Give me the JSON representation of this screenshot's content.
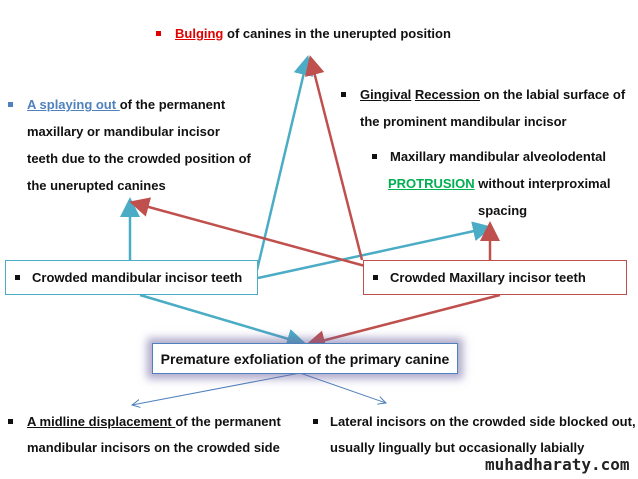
{
  "top": {
    "highlight": "Bulging",
    "rest": " of canines in the unerupted position"
  },
  "left": {
    "highlight": "A splaying out ",
    "lines": [
      "of the permanent",
      "maxillary or mandibular incisor",
      "teeth due to the crowded position of",
      "the unerupted canines"
    ]
  },
  "right": {
    "h1": "Gingival",
    "h2": "Recession",
    "rest": " on the labial surface of",
    "line2": "the prominent mandibular incisor",
    "sub1": "Maxillary mandibular alveolodental",
    "sub_highlight": "PROTRUSION",
    "sub2": " without interproximal",
    "sub3": "spacing"
  },
  "boxes": {
    "mandibular": "Crowded mandibular incisor teeth",
    "maxillary": "Crowded Maxillary incisor teeth",
    "center": "Premature exfoliation of the primary canine"
  },
  "bottom": {
    "left_highlight": "A midline displacement ",
    "left1": "of the permanent",
    "left2": "mandibular incisors on the crowded side",
    "right1": "Lateral incisors on the crowded side blocked out,",
    "right2": "usually lingually but occasionally labially"
  },
  "watermark": "muhadharaty.com",
  "colors": {
    "red": "#c0504d",
    "blue": "#4bacc6",
    "link": "#4f81bd",
    "green": "#00b050",
    "bulging": "#e00000"
  }
}
